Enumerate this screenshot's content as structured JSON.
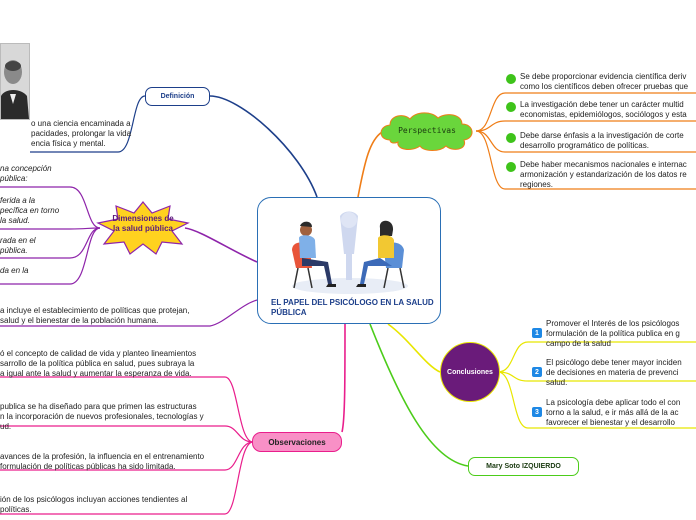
{
  "central": {
    "title": "EL PAPEL DEL PSICÓLOGO EN LA SALUD PÚBLICA"
  },
  "definicion": {
    "label": "Definición",
    "text_lines": [
      "o una ciencia encaminada a",
      "pacidades, prolongar la vida",
      "encia física y mental."
    ]
  },
  "dimensiones": {
    "label_lines": [
      "Dimensiones de",
      "la salud pública"
    ],
    "items": [
      [
        "na concepción",
        "pública:"
      ],
      [
        "ferida a la",
        "pecífica en torno",
        "la salud."
      ],
      [
        "rada en el",
        "pública."
      ],
      [
        "da en la"
      ]
    ]
  },
  "intro_text": [
    "a incluye el establecimiento de políticas que protejan,",
    "salud y el bienestar de la población humana."
  ],
  "observaciones": {
    "label": "Observaciones",
    "items": [
      [
        "ó el concepto de calidad de vida y planteo lineamientos",
        "sarrollo de la política pública en salud, pues subraya la",
        "a igual ante la salud y aumentar la esperanza de vida."
      ],
      [
        "publica se ha diseñado para que primen las estructuras",
        "n la incorporación de nuevos profesionales, tecnologías y",
        "ud."
      ],
      [
        "avances de la profesión, la influencia en el entrenamiento",
        "formulación de políticas públicas ha sido limitada."
      ],
      [
        "ión de los psicólogos incluyan acciones tendientes al",
        "políticas."
      ]
    ]
  },
  "perspectivas": {
    "label": "Perspectivas",
    "items": [
      [
        "Se debe  proporcionar evidencia científica deriv",
        "como los científicos deben ofrecer pruebas que"
      ],
      [
        "La investigación debe tener un carácter multid",
        "economistas, epidemiólogos, sociólogos y esta"
      ],
      [
        "Debe darse énfasis a la investigación de corte",
        "desarrollo programático de políticas."
      ],
      [
        "Debe haber mecanismos nacionales e internac",
        "armonización y estandarización de los datos re",
        "regiones."
      ]
    ]
  },
  "conclusiones": {
    "label": "Conclusiones",
    "items": [
      {
        "n": "1",
        "lines": [
          "Promover el Interés de los psicólogos",
          "formulación de la política publica en g",
          "campo de la salud"
        ]
      },
      {
        "n": "2",
        "lines": [
          "El psicólogo debe tener mayor inciden",
          "de decisiones en materia de prevenci",
          "salud."
        ]
      },
      {
        "n": "3",
        "lines": [
          "La psicología debe aplicar todo el con",
          "torno a la salud, e ir más allá de la ac",
          "favorecer el bienestar y el desarrollo"
        ]
      }
    ]
  },
  "author": {
    "label": "Mary Soto IZQUIERDO"
  },
  "colors": {
    "definicion": "#1d3f8a",
    "dimensiones": "#8e24aa",
    "observaciones": "#e91e8c",
    "perspectivas": "#ef7d17",
    "conclusiones_branch": "#e8e600",
    "conclusiones_node": "#6a1b7a",
    "author_branch": "#4ccc1a",
    "central_border": "#2a6fb5"
  }
}
